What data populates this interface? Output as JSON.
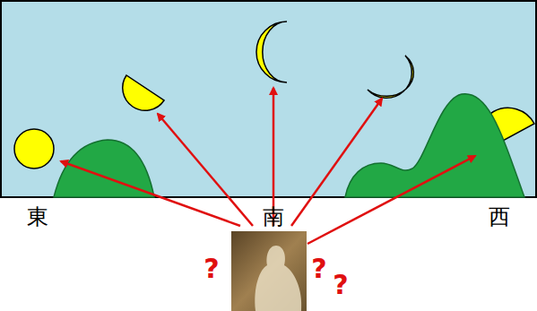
{
  "diagram": {
    "labels": [
      "東",
      "南",
      "西",
      "?",
      "?",
      "?"
    ]
  }
}
